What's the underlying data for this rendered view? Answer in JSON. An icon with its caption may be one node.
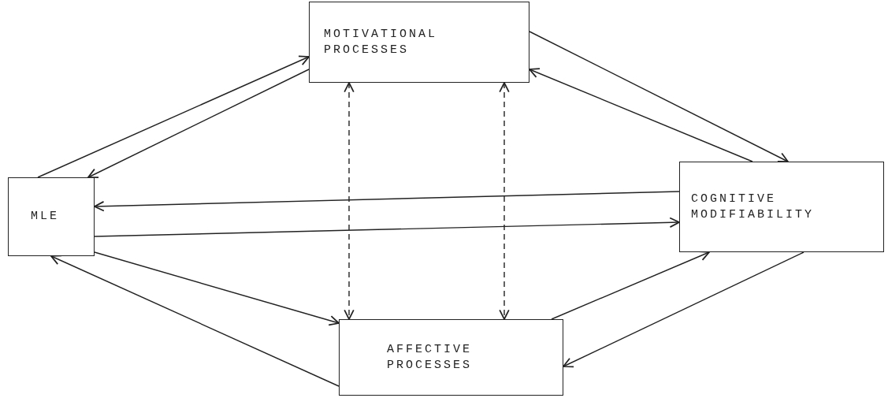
{
  "diagram": {
    "nodes": [
      {
        "text": [
          "MOTIVATIONAL PROCESSES"
        ]
      },
      {
        "text": [
          "MLE"
        ]
      },
      {
        "text": [
          "COGNITIVE MODIFIABILITY"
        ]
      },
      {
        "text": [
          "AFFECTIVE PROCESSES"
        ]
      }
    ],
    "edges": [
      {
        "from": 1,
        "to": 0,
        "arrow": "to"
      },
      {
        "from": 0,
        "to": 1,
        "arrow": "to"
      },
      {
        "from": 0,
        "to": 2,
        "arrow": "to"
      },
      {
        "from": 2,
        "to": 0,
        "arrow": "to"
      },
      {
        "from": 2,
        "to": 1,
        "arrow": "to"
      },
      {
        "from": 1,
        "to": 2,
        "arrow": "to"
      },
      {
        "from": 1,
        "to": 3,
        "arrow": "to"
      },
      {
        "from": 3,
        "to": 1,
        "arrow": "to"
      },
      {
        "from": 3,
        "to": 2,
        "arrow": "to"
      },
      {
        "from": 2,
        "to": 3,
        "arrow": "to"
      },
      {
        "from": 0,
        "to": 3,
        "arrow": "both",
        "style": "dashed"
      },
      {
        "from": 0,
        "to": 3,
        "arrow": "both",
        "style": "dashed"
      }
    ]
  }
}
